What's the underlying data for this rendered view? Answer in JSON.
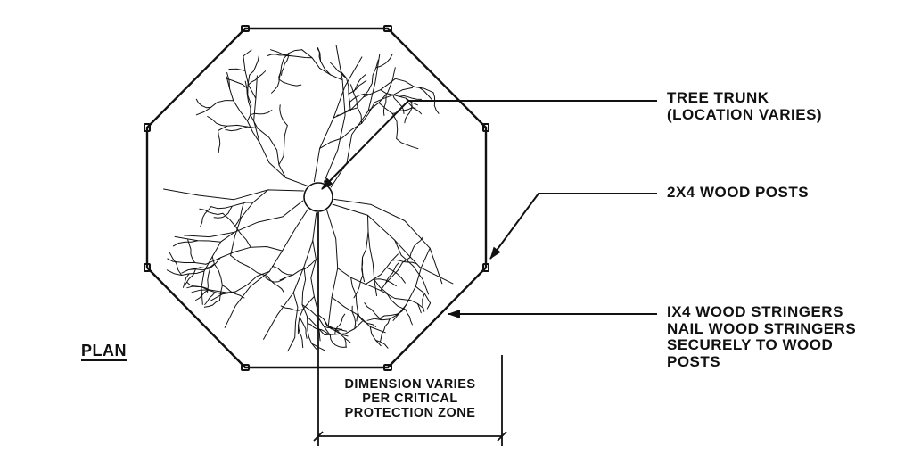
{
  "plan_label": "PLAN",
  "callouts": {
    "tree_trunk": [
      "TREE TRUNK",
      "(LOCATION VARIES)"
    ],
    "wood_posts": [
      "2X4 WOOD POSTS"
    ],
    "stringers": [
      "IX4 WOOD STRINGERS",
      "NAIL WOOD STRINGERS",
      "SECURELY TO WOOD",
      "POSTS"
    ]
  },
  "dimension": [
    "DIMENSION VARIES",
    "PER CRITICAL",
    "PROTECTION ZONE"
  ],
  "colors": {
    "ink": "#111111",
    "paper": "#ffffff"
  }
}
